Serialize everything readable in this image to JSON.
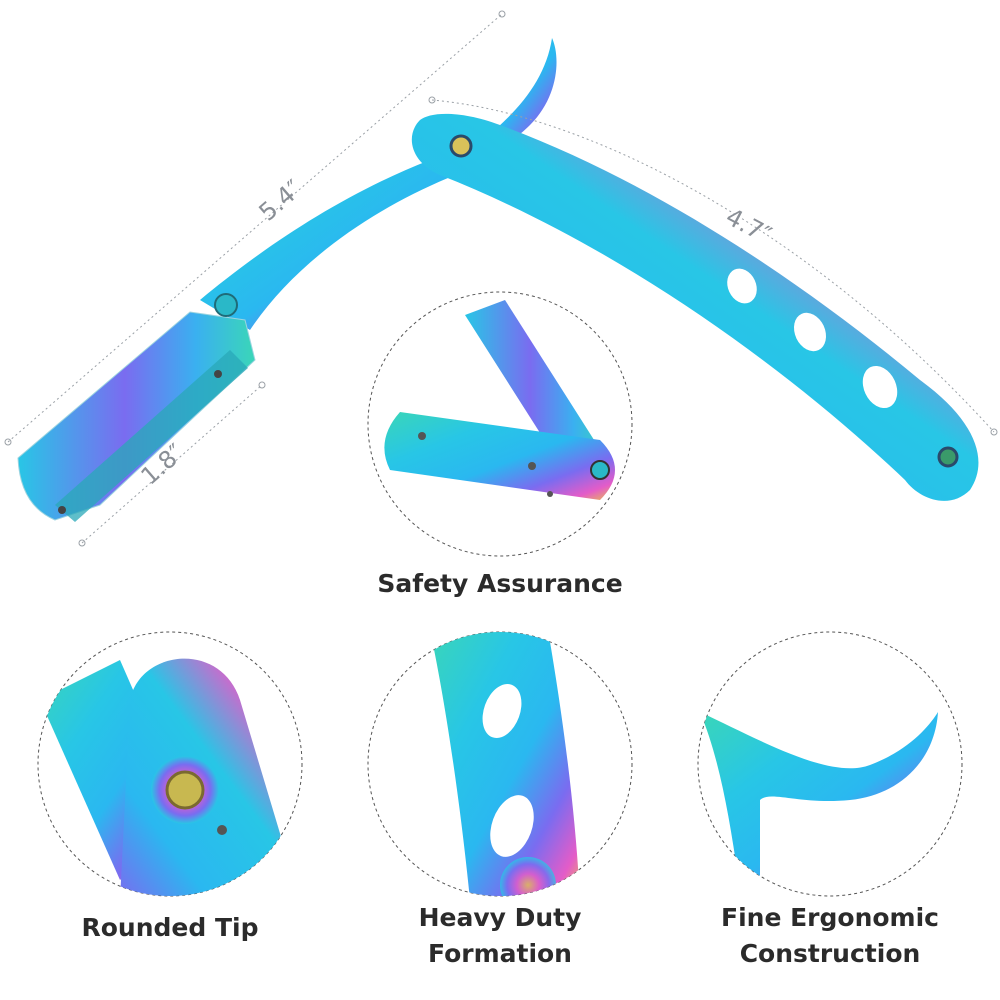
{
  "colors": {
    "background": "#ffffff",
    "caption_text": "#2b2b2b",
    "dimension_text": "#8a8f96",
    "dashed_circle": "#555555",
    "metal_blue": "#28c6e6",
    "metal_teal": "#3ad6b8",
    "metal_violet": "#7a6cf0",
    "metal_magenta": "#e45cc8",
    "metal_gold": "#e8c24a"
  },
  "dimensions": {
    "overall_length": "5.4″",
    "handle_length": "4.7″",
    "blade_length": "1.8″"
  },
  "features": {
    "safety": "Safety Assurance",
    "rounded_tip": "Rounded Tip",
    "heavy_duty_line1": "Heavy Duty",
    "heavy_duty_line2": "Formation",
    "ergonomic_line1": "Fine Ergonomic",
    "ergonomic_line2": "Construction"
  }
}
